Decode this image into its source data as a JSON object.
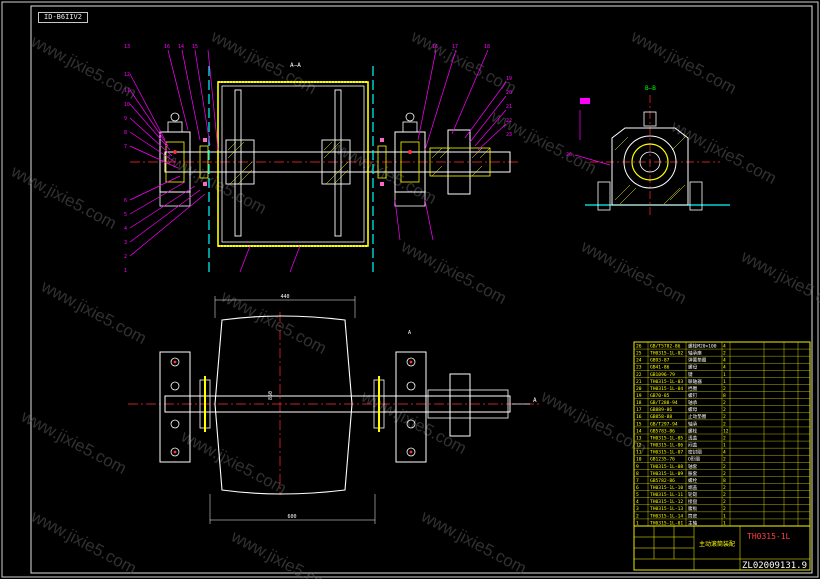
{
  "sheet": {
    "tag_label": "ID-B6IIV2",
    "drawing_number": "TH0315-1L",
    "drawing_code": "ZL02009131.9",
    "title_block_name": "主动滚筒装配"
  },
  "watermark": {
    "text": "www.jixie5.com"
  },
  "section_labels": {
    "main_view": "A—A",
    "side_view": "B—B"
  },
  "callouts": {
    "left": [
      "13",
      "12",
      "11",
      "10",
      "9",
      "8",
      "7",
      "6",
      "5",
      "4",
      "3",
      "2",
      "1"
    ],
    "top": [
      "16",
      "14",
      "15",
      "16",
      "17",
      "18"
    ],
    "right": [
      "19",
      "20",
      "21",
      "22",
      "23"
    ],
    "side": [
      "26"
    ]
  },
  "dimensions": {
    "top_width": "440",
    "bottom_width": "600",
    "roller_height": "850"
  },
  "arrow_tags": [
    "A",
    "A"
  ],
  "parts_list": {
    "rows": [
      [
        "26",
        "GB/T5782-86",
        "螺栓M20×100",
        "4",
        "",
        "",
        ""
      ],
      [
        "25",
        "TH0315-1L-02",
        "轴承座",
        "2",
        "",
        "",
        ""
      ],
      [
        "24",
        "GB93-87",
        "弹簧垫圈",
        "4",
        "",
        "",
        ""
      ],
      [
        "23",
        "GB41-86",
        "螺母",
        "4",
        "",
        "",
        ""
      ],
      [
        "22",
        "GB1096-79",
        "键",
        "1",
        "",
        "",
        ""
      ],
      [
        "21",
        "TH0315-1L-03",
        "联轴器",
        "1",
        "",
        "",
        ""
      ],
      [
        "20",
        "TH0315-1L-04",
        "挡圈",
        "2",
        "",
        "",
        ""
      ],
      [
        "19",
        "GB70-85",
        "螺钉",
        "8",
        "",
        "",
        ""
      ],
      [
        "18",
        "GB/T288-94",
        "轴承",
        "2",
        "",
        "",
        ""
      ],
      [
        "17",
        "GB889-86",
        "螺母",
        "2",
        "",
        "",
        ""
      ],
      [
        "16",
        "GB858-88",
        "止动垫圈",
        "2",
        "",
        "",
        ""
      ],
      [
        "15",
        "GB/T297-94",
        "轴承",
        "2",
        "",
        "",
        ""
      ],
      [
        "14",
        "GB5783-86",
        "螺栓",
        "12",
        "",
        "",
        ""
      ],
      [
        "13",
        "TH0315-1L-05",
        "透盖",
        "2",
        "",
        "",
        ""
      ],
      [
        "12",
        "TH0315-1L-06",
        "闷盖",
        "1",
        "",
        "",
        ""
      ],
      [
        "11",
        "TH0315-1L-07",
        "密封圈",
        "4",
        "",
        "",
        ""
      ],
      [
        "10",
        "GB1235-76",
        "O形圈",
        "2",
        "",
        "",
        ""
      ],
      [
        "9",
        "TH0315-1L-08",
        "轴套",
        "2",
        "",
        "",
        ""
      ],
      [
        "8",
        "TH0315-1L-09",
        "胀套",
        "2",
        "",
        "",
        ""
      ],
      [
        "7",
        "GB5782-86",
        "螺栓",
        "8",
        "",
        "",
        ""
      ],
      [
        "6",
        "TH0315-1L-10",
        "端盖",
        "2",
        "",
        "",
        ""
      ],
      [
        "5",
        "TH0315-1L-11",
        "轮毂",
        "2",
        "",
        "",
        ""
      ],
      [
        "4",
        "TH0315-1L-12",
        "接盘",
        "2",
        "",
        "",
        ""
      ],
      [
        "3",
        "TH0315-1L-13",
        "腹板",
        "2",
        "",
        "",
        ""
      ],
      [
        "2",
        "TH0315-1L-14",
        "筒皮",
        "1",
        "",
        "",
        ""
      ],
      [
        "1",
        "TH0315-1L-01",
        "主轴",
        "1",
        "",
        "",
        ""
      ]
    ]
  },
  "colors": {
    "outline": "#ffffff",
    "frame": "#e6e6e6",
    "part": "#ffff00",
    "hatch": "#ffff00",
    "centerline": "#ff3030",
    "callout": "#ff00ff",
    "cyan": "#00ffff",
    "green": "#00ff00",
    "table": "#ffff00",
    "watermark": "#5a5a5a"
  }
}
